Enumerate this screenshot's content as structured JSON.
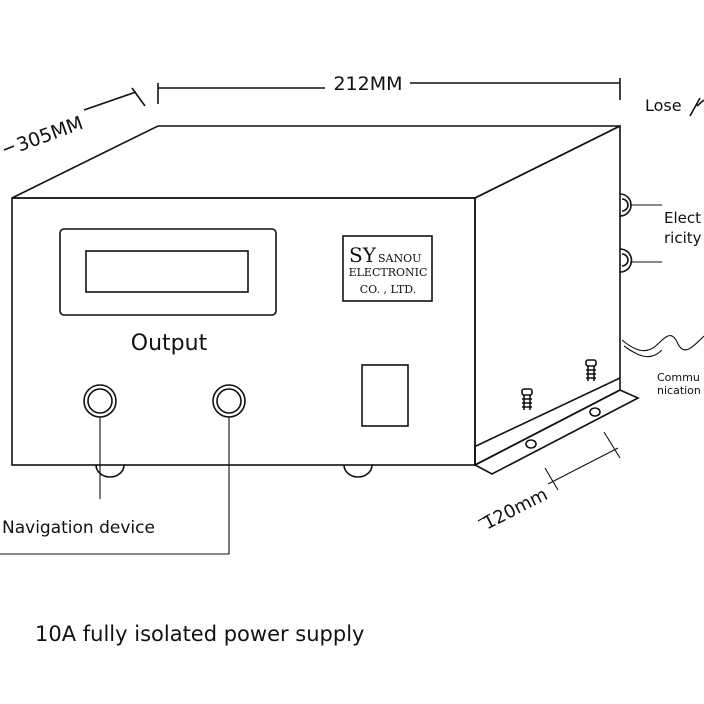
{
  "dimensions": {
    "width": "212MM",
    "depth": "305MM",
    "bracket": "120mm"
  },
  "labels": {
    "lose": "Lose",
    "electricity_line1": "Elect",
    "electricity_line2": "ricity",
    "output": "Output",
    "communication_line1": "Commu",
    "communication_line2": "nication",
    "navigation_device": "Navigation device"
  },
  "nameplate": {
    "sy": "SY",
    "sanou": "SANOU",
    "electronic": "ELECTRONIC",
    "company": "CO. , LTD."
  },
  "caption": "10A fully isolated power supply"
}
